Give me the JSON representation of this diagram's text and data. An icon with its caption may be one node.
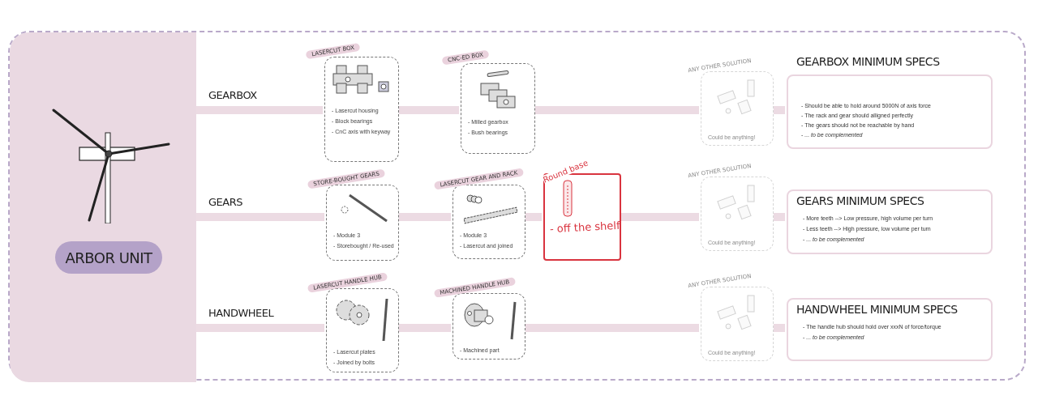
{
  "diagram": {
    "nodes": [
      {
        "text": [],
        "shape": "box"
      },
      {
        "text": [],
        "shape": "box",
        "in": 0
      },
      {
        "text": [
          "ARBOR UNIT"
        ],
        "in": 1
      },
      {
        "text": [
          "LASERCUT BOX",
          "- Lasercut housing",
          "- Block bearings",
          "- CnC axis with keyway"
        ],
        "in": 0
      },
      {
        "text": [
          "CNC-ED BOX",
          "- Milled gearbox",
          "- Bush bearings"
        ],
        "in": 0
      },
      {
        "text": [
          "ANY OTHER SOLUTION",
          "Could be anything!"
        ],
        "in": 0
      },
      {
        "text": [
          "GEARBOX MINIMUM SPECS",
          "- Should be able to hold around 5000N of axis force",
          "- The rack and gear should alligned perfectly",
          "- The gears should not be reachable by hand",
          "- *... to be complemented*"
        ],
        "in": 0
      },
      {
        "text": [
          "STORE-BOUGHT GEARS",
          "- Module 3",
          "- Storebought / Re-used"
        ],
        "in": 0
      },
      {
        "text": [
          "LASERCUT GEAR AND RACK",
          "- Module 3",
          "- Lasercut and joined"
        ],
        "in": 0
      },
      {
        "text": [
          "Round base",
          "- off the shelf"
        ],
        "in": 0
      },
      {
        "text": [
          "ANY OTHER SOLUTION",
          "Could be anything!"
        ],
        "in": 0
      },
      {
        "text": [
          "GEARS MINIMUM SPECS",
          "- More teeth --> Low pressure, high volume per turn",
          "- Less teeth --> High pressure, low volume per turn",
          "- *... to be complemented*"
        ],
        "in": 0
      },
      {
        "text": [
          "LASERCUT HANDLE HUB",
          "- Lasercut plates",
          "- Joined by bolts"
        ],
        "in": 0
      },
      {
        "text": [
          "MACHINED HANDLE HUB",
          "- Machined part"
        ],
        "in": 0
      },
      {
        "text": [
          "ANY OTHER SOLUTION",
          "Could be anything!"
        ],
        "in": 0
      },
      {
        "text": [
          "HANDWHEEL MINIMUM SPECS",
          "- The handle hub should hold over xxxN of force/torque",
          "- *... to be complemented*"
        ],
        "in": 0
      }
    ],
    "edges": [
      {
        "from": 1,
        "to": 3,
        "arrow": "none",
        "label": "GEARBOX"
      },
      {
        "from": 3,
        "to": 4,
        "arrow": "none"
      },
      {
        "from": 4,
        "to": 5,
        "arrow": "none"
      },
      {
        "from": 5,
        "to": 6,
        "arrow": "none"
      },
      {
        "from": 1,
        "to": 7,
        "arrow": "none",
        "label": "GEARS"
      },
      {
        "from": 7,
        "to": 8,
        "arrow": "none"
      },
      {
        "from": 8,
        "to": 9,
        "arrow": "none"
      },
      {
        "from": 9,
        "to": 10,
        "arrow": "none"
      },
      {
        "from": 10,
        "to": 11,
        "arrow": "none"
      },
      {
        "from": 1,
        "to": 12,
        "arrow": "none",
        "label": "HANDWHEEL"
      },
      {
        "from": 12,
        "to": 13,
        "arrow": "none"
      },
      {
        "from": 13,
        "to": 14,
        "arrow": "none"
      },
      {
        "from": 14,
        "to": 15,
        "arrow": "none"
      }
    ]
  }
}
